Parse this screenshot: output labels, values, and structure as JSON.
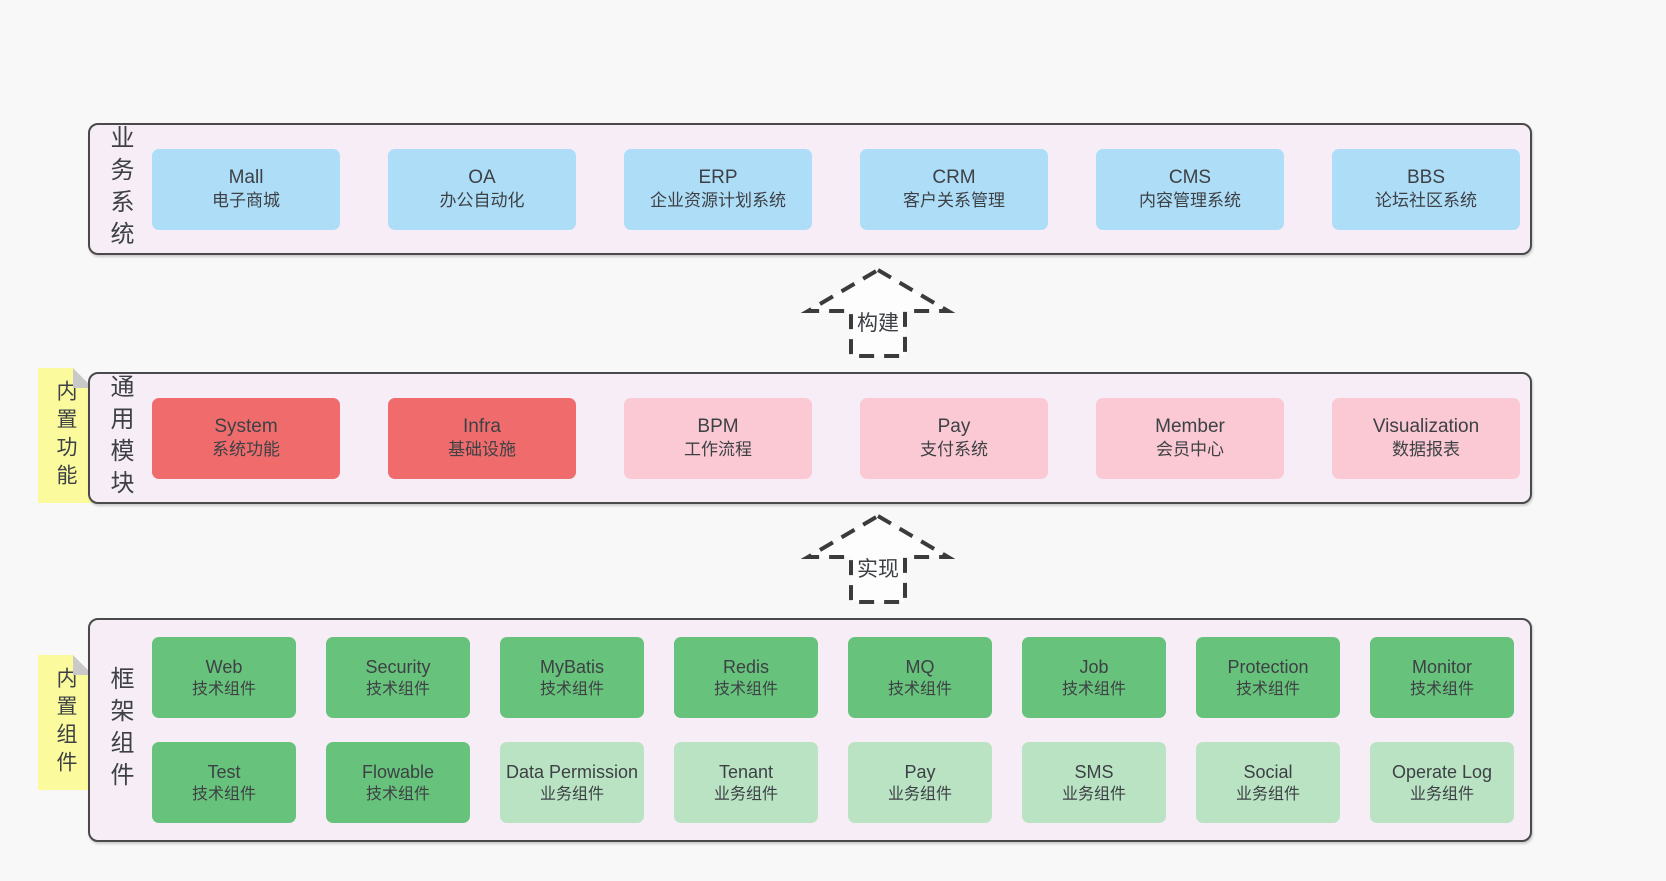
{
  "colors": {
    "pageBg": "#f8f8f8",
    "bandBg": "#f7edf6",
    "bandBorder": "#4a4a4a",
    "text": "#3d4145",
    "blue": "#aeddf7",
    "red": "#f06c6c",
    "pink": "#fac9d3",
    "green": "#67c27b",
    "lightgreen": "#b9e3c3",
    "sticky": "#fbfb9e",
    "fold": "#c9c9c9",
    "dash": "#3b3b3b",
    "arrowFill": "#fdfdfd"
  },
  "arrows": [
    {
      "label": "构建"
    },
    {
      "label": "实现"
    }
  ],
  "bands": [
    {
      "label": "业务系统",
      "rows": [
        [
          {
            "name": "Mall",
            "desc": "电子商城",
            "type": "blue"
          },
          {
            "name": "OA",
            "desc": "办公自动化",
            "type": "blue"
          },
          {
            "name": "ERP",
            "desc": "企业资源计划系统",
            "type": "blue"
          },
          {
            "name": "CRM",
            "desc": "客户关系管理",
            "type": "blue"
          },
          {
            "name": "CMS",
            "desc": "内容管理系统",
            "type": "blue"
          },
          {
            "name": "BBS",
            "desc": "论坛社区系统",
            "type": "blue"
          }
        ]
      ]
    },
    {
      "label": "通用模块",
      "sticky": "内置功能",
      "rows": [
        [
          {
            "name": "System",
            "desc": "系统功能",
            "type": "red"
          },
          {
            "name": "Infra",
            "desc": "基础设施",
            "type": "red"
          },
          {
            "name": "BPM",
            "desc": "工作流程",
            "type": "pink"
          },
          {
            "name": "Pay",
            "desc": "支付系统",
            "type": "pink"
          },
          {
            "name": "Member",
            "desc": "会员中心",
            "type": "pink"
          },
          {
            "name": "Visualization",
            "desc": "数据报表",
            "type": "pink"
          }
        ]
      ]
    },
    {
      "label": "框架组件",
      "sticky": "内置组件",
      "rows": [
        [
          {
            "name": "Web",
            "desc": "技术组件",
            "type": "green"
          },
          {
            "name": "Security",
            "desc": "技术组件",
            "type": "green"
          },
          {
            "name": "MyBatis",
            "desc": "技术组件",
            "type": "green"
          },
          {
            "name": "Redis",
            "desc": "技术组件",
            "type": "green"
          },
          {
            "name": "MQ",
            "desc": "技术组件",
            "type": "green"
          },
          {
            "name": "Job",
            "desc": "技术组件",
            "type": "green"
          },
          {
            "name": "Protection",
            "desc": "技术组件",
            "type": "green"
          },
          {
            "name": "Monitor",
            "desc": "技术组件",
            "type": "green"
          }
        ],
        [
          {
            "name": "Test",
            "desc": "技术组件",
            "type": "green"
          },
          {
            "name": "Flowable",
            "desc": "技术组件",
            "type": "green"
          },
          {
            "name": "Data Permission",
            "desc": "业务组件",
            "type": "lightgreen"
          },
          {
            "name": "Tenant",
            "desc": "业务组件",
            "type": "lightgreen"
          },
          {
            "name": "Pay",
            "desc": "业务组件",
            "type": "lightgreen"
          },
          {
            "name": "SMS",
            "desc": "业务组件",
            "type": "lightgreen"
          },
          {
            "name": "Social",
            "desc": "业务组件",
            "type": "lightgreen"
          },
          {
            "name": "Operate Log",
            "desc": "业务组件",
            "type": "lightgreen"
          }
        ]
      ]
    }
  ]
}
